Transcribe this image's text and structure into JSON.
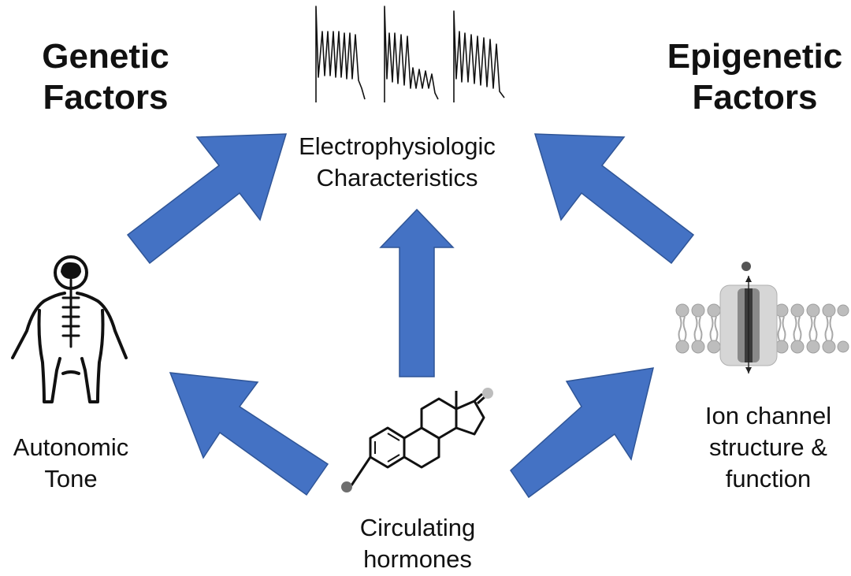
{
  "headings": {
    "genetic_line1": "Genetic",
    "genetic_line2": "Factors",
    "epigenetic_line1": "Epigenetic",
    "epigenetic_line2": "Factors"
  },
  "nodes": {
    "electrophysiologic_line1": "Electrophysiologic",
    "electrophysiologic_line2": "Characteristics",
    "autonomic_line1": "Autonomic",
    "autonomic_line2": "Tone",
    "ion_line1": "Ion channel",
    "ion_line2": "structure &",
    "ion_line3": "function",
    "hormones_line1": "Circulating",
    "hormones_line2": "hormones"
  },
  "colors": {
    "arrow_fill": "#4472C4",
    "arrow_stroke": "#2F5597",
    "icon_stroke": "#111111",
    "membrane_gray": "#BDBDBD"
  },
  "icons": {
    "action_potential": "action-potential-traces-icon",
    "body": "human-body-nervous-system-icon",
    "channel": "ion-channel-membrane-icon",
    "steroid": "steroid-molecule-icon"
  }
}
